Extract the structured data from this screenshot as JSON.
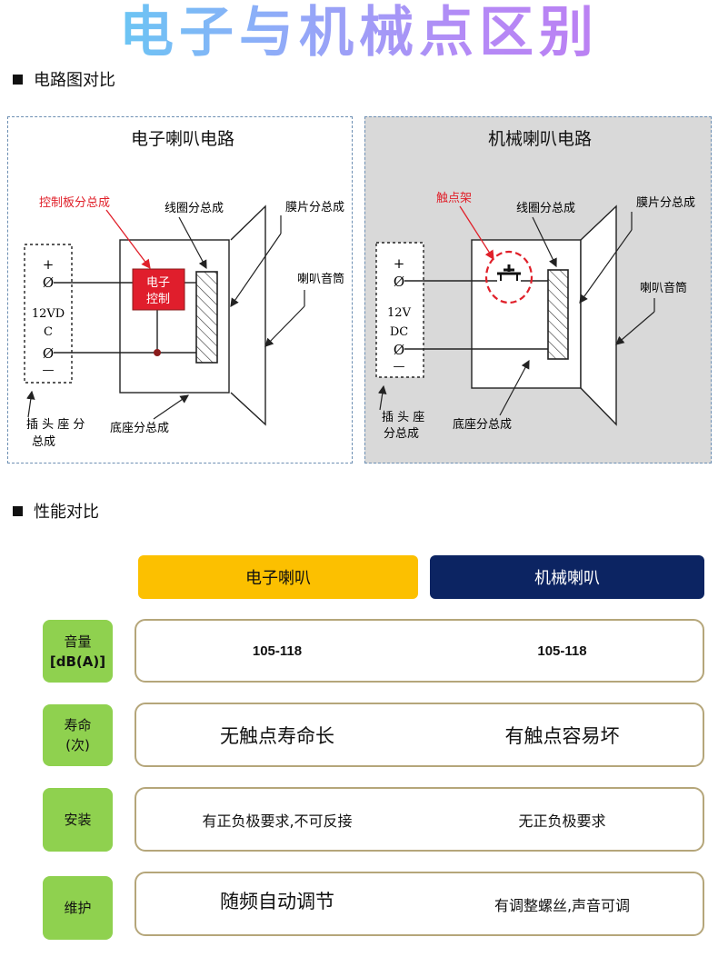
{
  "title": "电子与机械点区别",
  "sections": {
    "circuit": "电路图对比",
    "performance": "性能对比"
  },
  "electronic_diagram": {
    "title": "电子喇叭电路",
    "control_board": "控制板分总成",
    "coil": "线圈分总成",
    "diaphragm": "膜片分总成",
    "horn_tube": "喇叭音筒",
    "plus": "+",
    "phi": "Ø",
    "minus": "—",
    "voltage_line1": "12VD",
    "voltage_line2": "C",
    "chip_line1": "电子",
    "chip_line2": "控制",
    "plug_line1": "插 头 座 分",
    "plug_line2": "总成",
    "base": "底座分总成"
  },
  "mechanical_diagram": {
    "title": "机械喇叭电路",
    "contact": "触点架",
    "coil": "线圈分总成",
    "diaphragm": "膜片分总成",
    "horn_tube": "喇叭音筒",
    "plus": "+",
    "phi": "Ø",
    "minus": "—",
    "voltage_line1": "12V",
    "voltage_line2": "DC",
    "plug_line1": "插 头 座",
    "plug_line2": "分总成",
    "base": "底座分总成"
  },
  "comparison": {
    "col_electronic": "电子喇叭",
    "col_mechanical": "机械喇叭",
    "colors": {
      "electronic": "#fcc000",
      "mechanical": "#0c2462",
      "label_bg": "#8fd14f",
      "row_border": "#b5a67a"
    },
    "rows": [
      {
        "label_line1": "音量",
        "label_line2": "[dB(A)]",
        "electronic": "105-118",
        "mechanical": "105-118"
      },
      {
        "label_line1": "寿命",
        "label_line2": "(次)",
        "electronic": "无触点寿命长",
        "mechanical": "有触点容易坏"
      },
      {
        "label_line1": "安装",
        "label_line2": "",
        "electronic": "有正负极要求,不可反接",
        "mechanical": "无正负极要求"
      },
      {
        "label_line1": "维护",
        "label_line2": "",
        "electronic": "随频自动调节",
        "mechanical": "有调整螺丝,声音可调"
      }
    ]
  }
}
